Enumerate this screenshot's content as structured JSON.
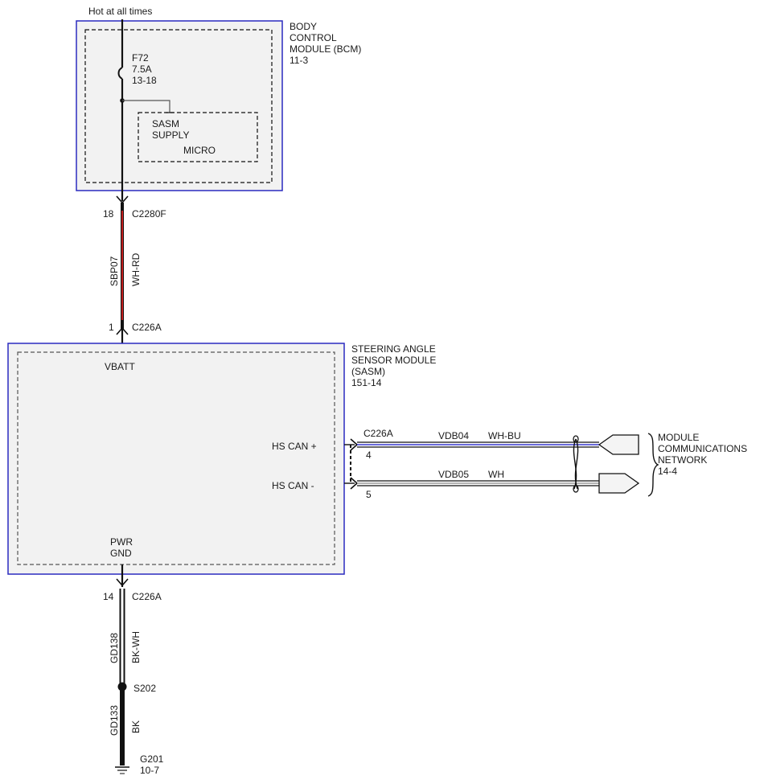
{
  "power_source": {
    "label": "Hot at all times"
  },
  "bcm": {
    "name_lines": [
      "BODY",
      "CONTROL",
      "MODULE (BCM)"
    ],
    "page_ref": "11-3",
    "fuse": {
      "id": "F72",
      "rating": "7.5A",
      "ref": "13-18"
    },
    "micro": {
      "lines": [
        "SASM",
        "SUPPLY"
      ],
      "label": "MICRO"
    }
  },
  "wire_supply": {
    "circuit": "SBP07",
    "color_code": "WH-RD",
    "color_hex": "#d42020",
    "top_connector": {
      "pin": "18",
      "id": "C2280F"
    },
    "bottom_connector": {
      "pin": "1",
      "id": "C226A"
    }
  },
  "sasm": {
    "name_lines": [
      "STEERING ANGLE",
      "SENSOR MODULE",
      "(SASM)"
    ],
    "page_ref": "151-14",
    "pins": {
      "vbatt": "VBATT",
      "hs_can_plus": "HS CAN +",
      "hs_can_minus": "HS CAN -",
      "pwr_gnd_lines": [
        "PWR",
        "GND"
      ]
    }
  },
  "can_bus": {
    "connector": "C226A",
    "high": {
      "pin": "4",
      "circuit": "VDB04",
      "color_code": "WH-BU",
      "color_hex": "#3a3ad0"
    },
    "low": {
      "pin": "5",
      "circuit": "VDB05",
      "color_code": "WH",
      "color_hex": "#9a9a9a"
    }
  },
  "network": {
    "name_lines": [
      "MODULE",
      "COMMUNICATIONS",
      "NETWORK"
    ],
    "page_ref": "14-4"
  },
  "ground": {
    "connector": {
      "pin": "14",
      "id": "C226A"
    },
    "wire1": {
      "circuit": "GD138",
      "color_code": "BK-WH"
    },
    "splice": "S202",
    "wire2": {
      "circuit": "GD133",
      "color_code": "BK"
    },
    "ground_point": {
      "id": "G201",
      "ref": "10-7"
    }
  },
  "colors": {
    "module_border": "#2b2bc0",
    "module_fill": "#f2f2f2",
    "wire": "#111111"
  }
}
